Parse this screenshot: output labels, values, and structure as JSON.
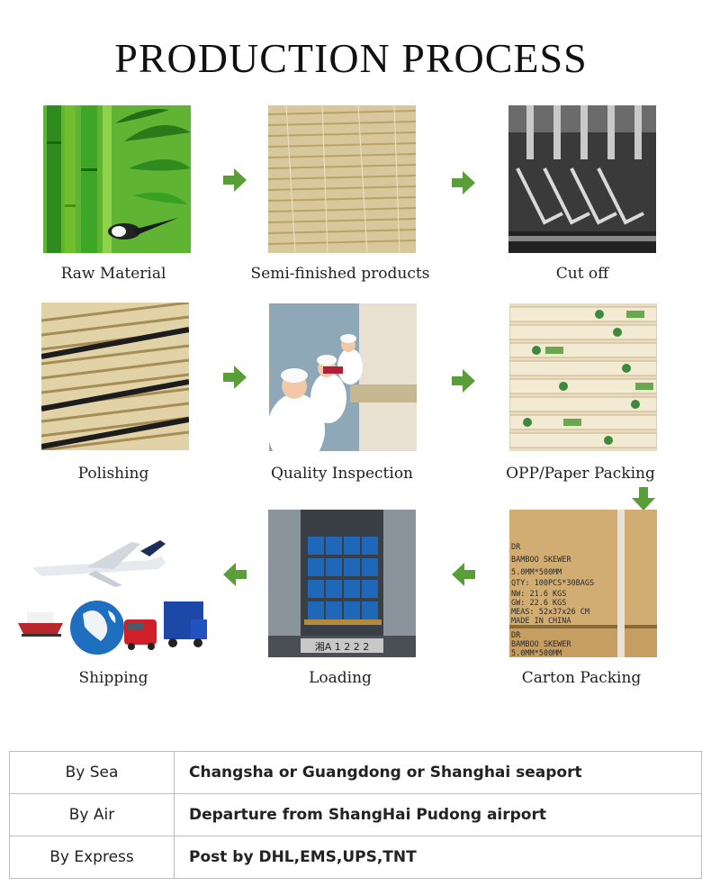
{
  "title": "PRODUCTION PROCESS",
  "steps": [
    {
      "label": "Raw Material",
      "image": "bamboo-forest-photo"
    },
    {
      "label": "Semi-finished products",
      "image": "bamboo-sticks-bundle-photo"
    },
    {
      "label": "Cut off",
      "image": "cutting-machine-photo"
    },
    {
      "label": "Polishing",
      "image": "polishing-sticks-photo"
    },
    {
      "label": "Quality Inspection",
      "image": "workers-inspection-photo"
    },
    {
      "label": "OPP/Paper Packing",
      "image": "chopsticks-packs-photo"
    },
    {
      "label": "Carton Packing",
      "image": "carton-box-photo"
    },
    {
      "label": "Loading",
      "image": "container-loading-photo"
    },
    {
      "label": "Shipping",
      "image": "shipping-transport-photo"
    }
  ],
  "carton": {
    "line1": "DR",
    "line2": "BAMBOO SKEWER",
    "line3": "5.0MM*500MM",
    "line4": "QTY: 100PCS*30BAGS",
    "line5": "NW:  21.6  KGS",
    "line6": "GW:  22.6  KGS",
    "line7": "MEAS: 52x37x26 CM",
    "line8": "MADE IN CHINA",
    "line9": "DR",
    "line10": "BAMBOO SKEWER",
    "line11": "5.0MM*500MM"
  },
  "truck_plate": "湘A 1 2 2 2",
  "shipping": [
    {
      "method": "By Sea",
      "detail": "Changsha or Guangdong or Shanghai seaport"
    },
    {
      "method": "By Air",
      "detail": "Departure from ShangHai Pudong airport"
    },
    {
      "method": "By Express",
      "detail": "Post by DHL,EMS,UPS,TNT"
    }
  ],
  "colors": {
    "arrow": "#5a9e3a",
    "border": "#bdbdbd"
  }
}
